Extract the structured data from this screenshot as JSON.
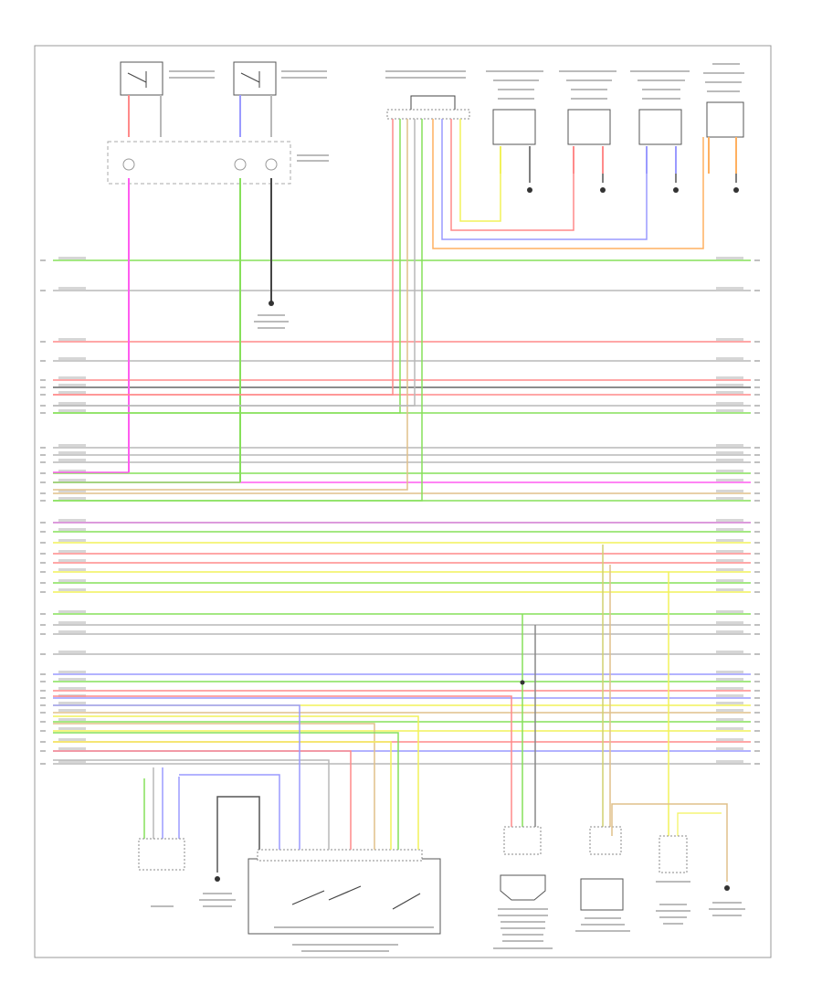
{
  "diagram": {
    "page_number": "",
    "colors": {
      "green": "#86e05a",
      "gray": "#b8b8b8",
      "red": "#ff8a8a",
      "magenta": "#ff5cf0",
      "blue": "#9a9aff",
      "yellow": "#f2f25a",
      "orange": "#ffb060",
      "purple": "#d07ad0",
      "dark": "#666666",
      "tan": "#e0c08a",
      "black": "#444444"
    },
    "harness_rows": [
      {
        "color": "green"
      },
      {
        "color": "gray"
      },
      {
        "color": "red"
      },
      {
        "color": "gray"
      },
      {
        "color": "red"
      },
      {
        "color": "dark"
      },
      {
        "color": "red"
      },
      {
        "color": "gray"
      },
      {
        "color": "green"
      },
      {
        "color": "gray"
      },
      {
        "color": "gray"
      },
      {
        "color": "gray"
      },
      {
        "color": "green"
      },
      {
        "color": "magenta"
      },
      {
        "color": "tan"
      },
      {
        "color": "green"
      },
      {
        "color": "purple"
      },
      {
        "color": "green"
      },
      {
        "color": "yellow"
      },
      {
        "color": "red"
      },
      {
        "color": "red"
      },
      {
        "color": "yellow"
      },
      {
        "color": "green"
      },
      {
        "color": "yellow"
      },
      {
        "color": "green"
      },
      {
        "color": "gray"
      },
      {
        "color": "gray"
      },
      {
        "color": "gray"
      },
      {
        "color": "blue"
      },
      {
        "color": "green"
      },
      {
        "color": "red"
      },
      {
        "color": "blue"
      },
      {
        "color": "yellow"
      },
      {
        "color": "tan"
      },
      {
        "color": "green"
      },
      {
        "color": "yellow"
      },
      {
        "color": "red"
      },
      {
        "color": "blue"
      },
      {
        "color": "gray"
      }
    ],
    "components": [
      {
        "name": "switch-top-left"
      },
      {
        "name": "switch-top-center"
      },
      {
        "name": "top-connector"
      },
      {
        "name": "sensor-box-1"
      },
      {
        "name": "sensor-box-2"
      },
      {
        "name": "sensor-box-3"
      },
      {
        "name": "sensor-box-4"
      },
      {
        "name": "transmission-range-switch"
      },
      {
        "name": "pressure-switch"
      },
      {
        "name": "speed-sensor"
      },
      {
        "name": "ground-connector"
      }
    ]
  }
}
